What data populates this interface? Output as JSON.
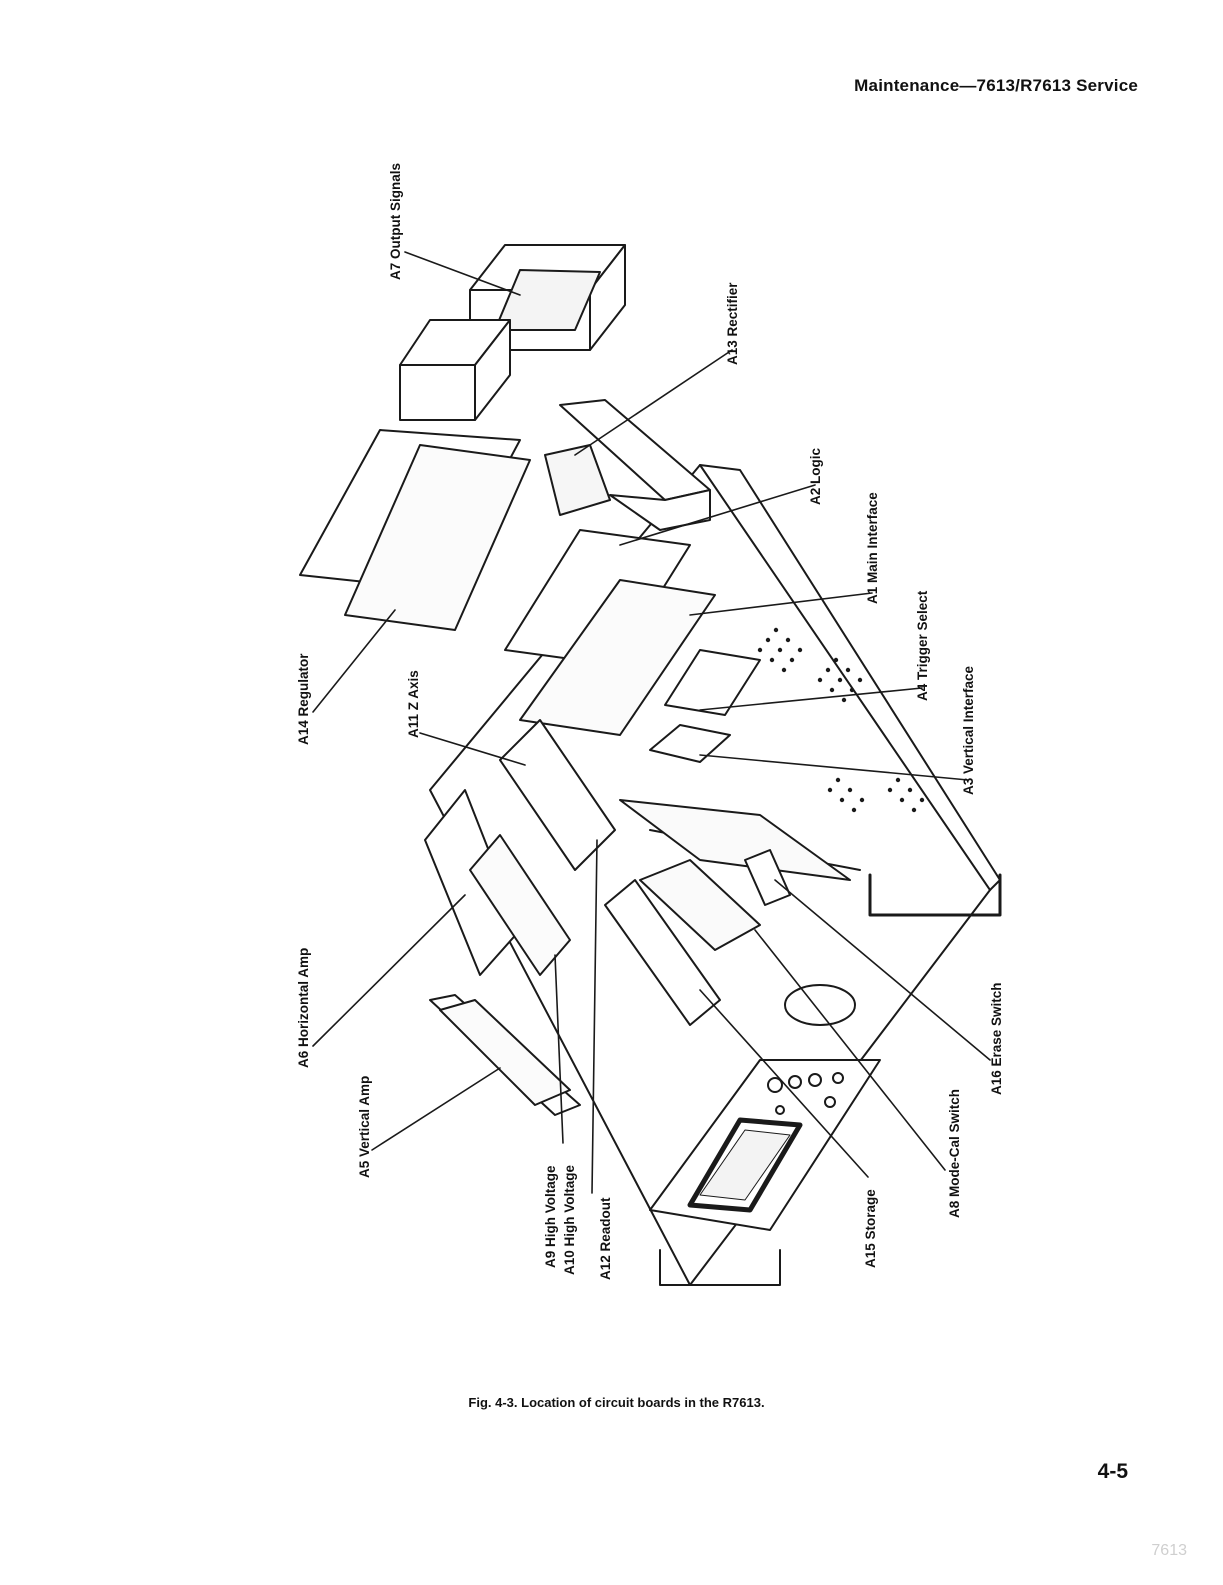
{
  "header": {
    "title": "Maintenance—7613/R7613 Service"
  },
  "figure": {
    "labels": {
      "a7": "A7 Output Signals",
      "a13": "A13 Rectifier",
      "a2": "A2 Logic",
      "a1": "A1 Main Interface",
      "a4": "A4 Trigger Select",
      "a3": "A3 Vertical Interface",
      "a14": "A14 Regulator",
      "a11": "A11 Z Axis",
      "a6": "A6 Horizontal Amp",
      "a5": "A5 Vertical Amp",
      "a9": "A9 High Voltage",
      "a10": "A10 High Voltage",
      "a12": "A12 Readout",
      "a15": "A15 Storage",
      "a8": "A8 Mode-Cal Switch",
      "a16": "A16 Erase Switch"
    },
    "caption": "Fig. 4-3.  Location of circuit boards in the R7613."
  },
  "footer": {
    "page_number": "4-5",
    "watermark": "7613"
  }
}
